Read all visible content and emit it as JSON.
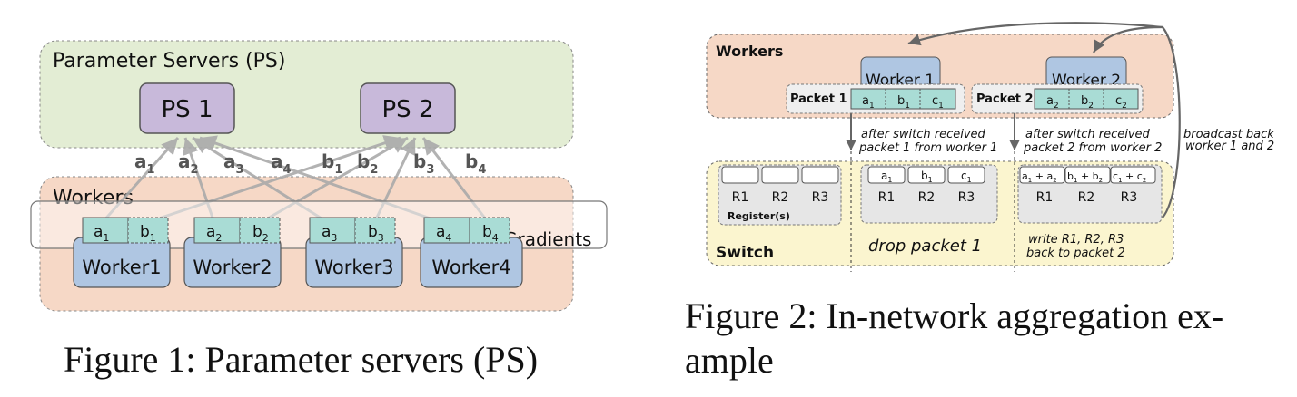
{
  "fig1": {
    "ps_region_label": "Parameter Servers (PS)",
    "ps": [
      "PS 1",
      "PS 2"
    ],
    "workers_region_label": "Workers",
    "gradients_label": "Gradients",
    "workers": [
      {
        "name": "Worker1",
        "g1": "a",
        "s1": "1",
        "g2": "b",
        "s2": "1"
      },
      {
        "name": "Worker2",
        "g1": "a",
        "s1": "2",
        "g2": "b",
        "s2": "2"
      },
      {
        "name": "Worker3",
        "g1": "a",
        "s1": "3",
        "g2": "b",
        "s2": "3"
      },
      {
        "name": "Worker4",
        "g1": "a",
        "s1": "4",
        "g2": "b",
        "s2": "4"
      }
    ],
    "edge_labels": [
      {
        "t": "a",
        "s": "1"
      },
      {
        "t": "a",
        "s": "2"
      },
      {
        "t": "a",
        "s": "3"
      },
      {
        "t": "a",
        "s": "4"
      },
      {
        "t": "b",
        "s": "1"
      },
      {
        "t": "b",
        "s": "2"
      },
      {
        "t": "b",
        "s": "3"
      },
      {
        "t": "b",
        "s": "4"
      }
    ],
    "caption": "Figure 1: Parameter servers (PS)"
  },
  "fig2": {
    "workers_label": "Workers",
    "worker1": "Worker 1",
    "worker2": "Worker 2",
    "packet1_label": "Packet 1",
    "packet2_label": "Packet 2",
    "packet1_cells": [
      {
        "t": "a",
        "s": "1"
      },
      {
        "t": "b",
        "s": "1"
      },
      {
        "t": "c",
        "s": "1"
      }
    ],
    "packet2_cells": [
      {
        "t": "a",
        "s": "2"
      },
      {
        "t": "b",
        "s": "2"
      },
      {
        "t": "c",
        "s": "2"
      }
    ],
    "note1_line1": "after switch received",
    "note1_line2": "packet 1 from worker 1",
    "note2_line1": "after switch received",
    "note2_line2": "packet 2 from worker 2",
    "broadcast_line1": "broadcast back",
    "broadcast_line2": "worker 1 and 2",
    "switch_label": "Switch",
    "registers": [
      "R1",
      "R2",
      "R3"
    ],
    "registers_label": "Register(s)",
    "reg_values_1": [
      {
        "t": "a",
        "s": "1"
      },
      {
        "t": "b",
        "s": "1"
      },
      {
        "t": "c",
        "s": "1"
      }
    ],
    "reg_values_2": [
      {
        "t1": "a",
        "s1": "1",
        "t2": "a",
        "s2": "2"
      },
      {
        "t1": "b",
        "s1": "1",
        "t2": "b",
        "s2": "2"
      },
      {
        "t1": "c",
        "s1": "1",
        "t2": "c",
        "s2": "2"
      }
    ],
    "drop_label": "drop packet 1",
    "write_line1": "write R1, R2, R3",
    "write_line2": "back to packet 2",
    "caption_line1": "Figure 2: In-network aggregation ex-",
    "caption_line2": "ample"
  }
}
